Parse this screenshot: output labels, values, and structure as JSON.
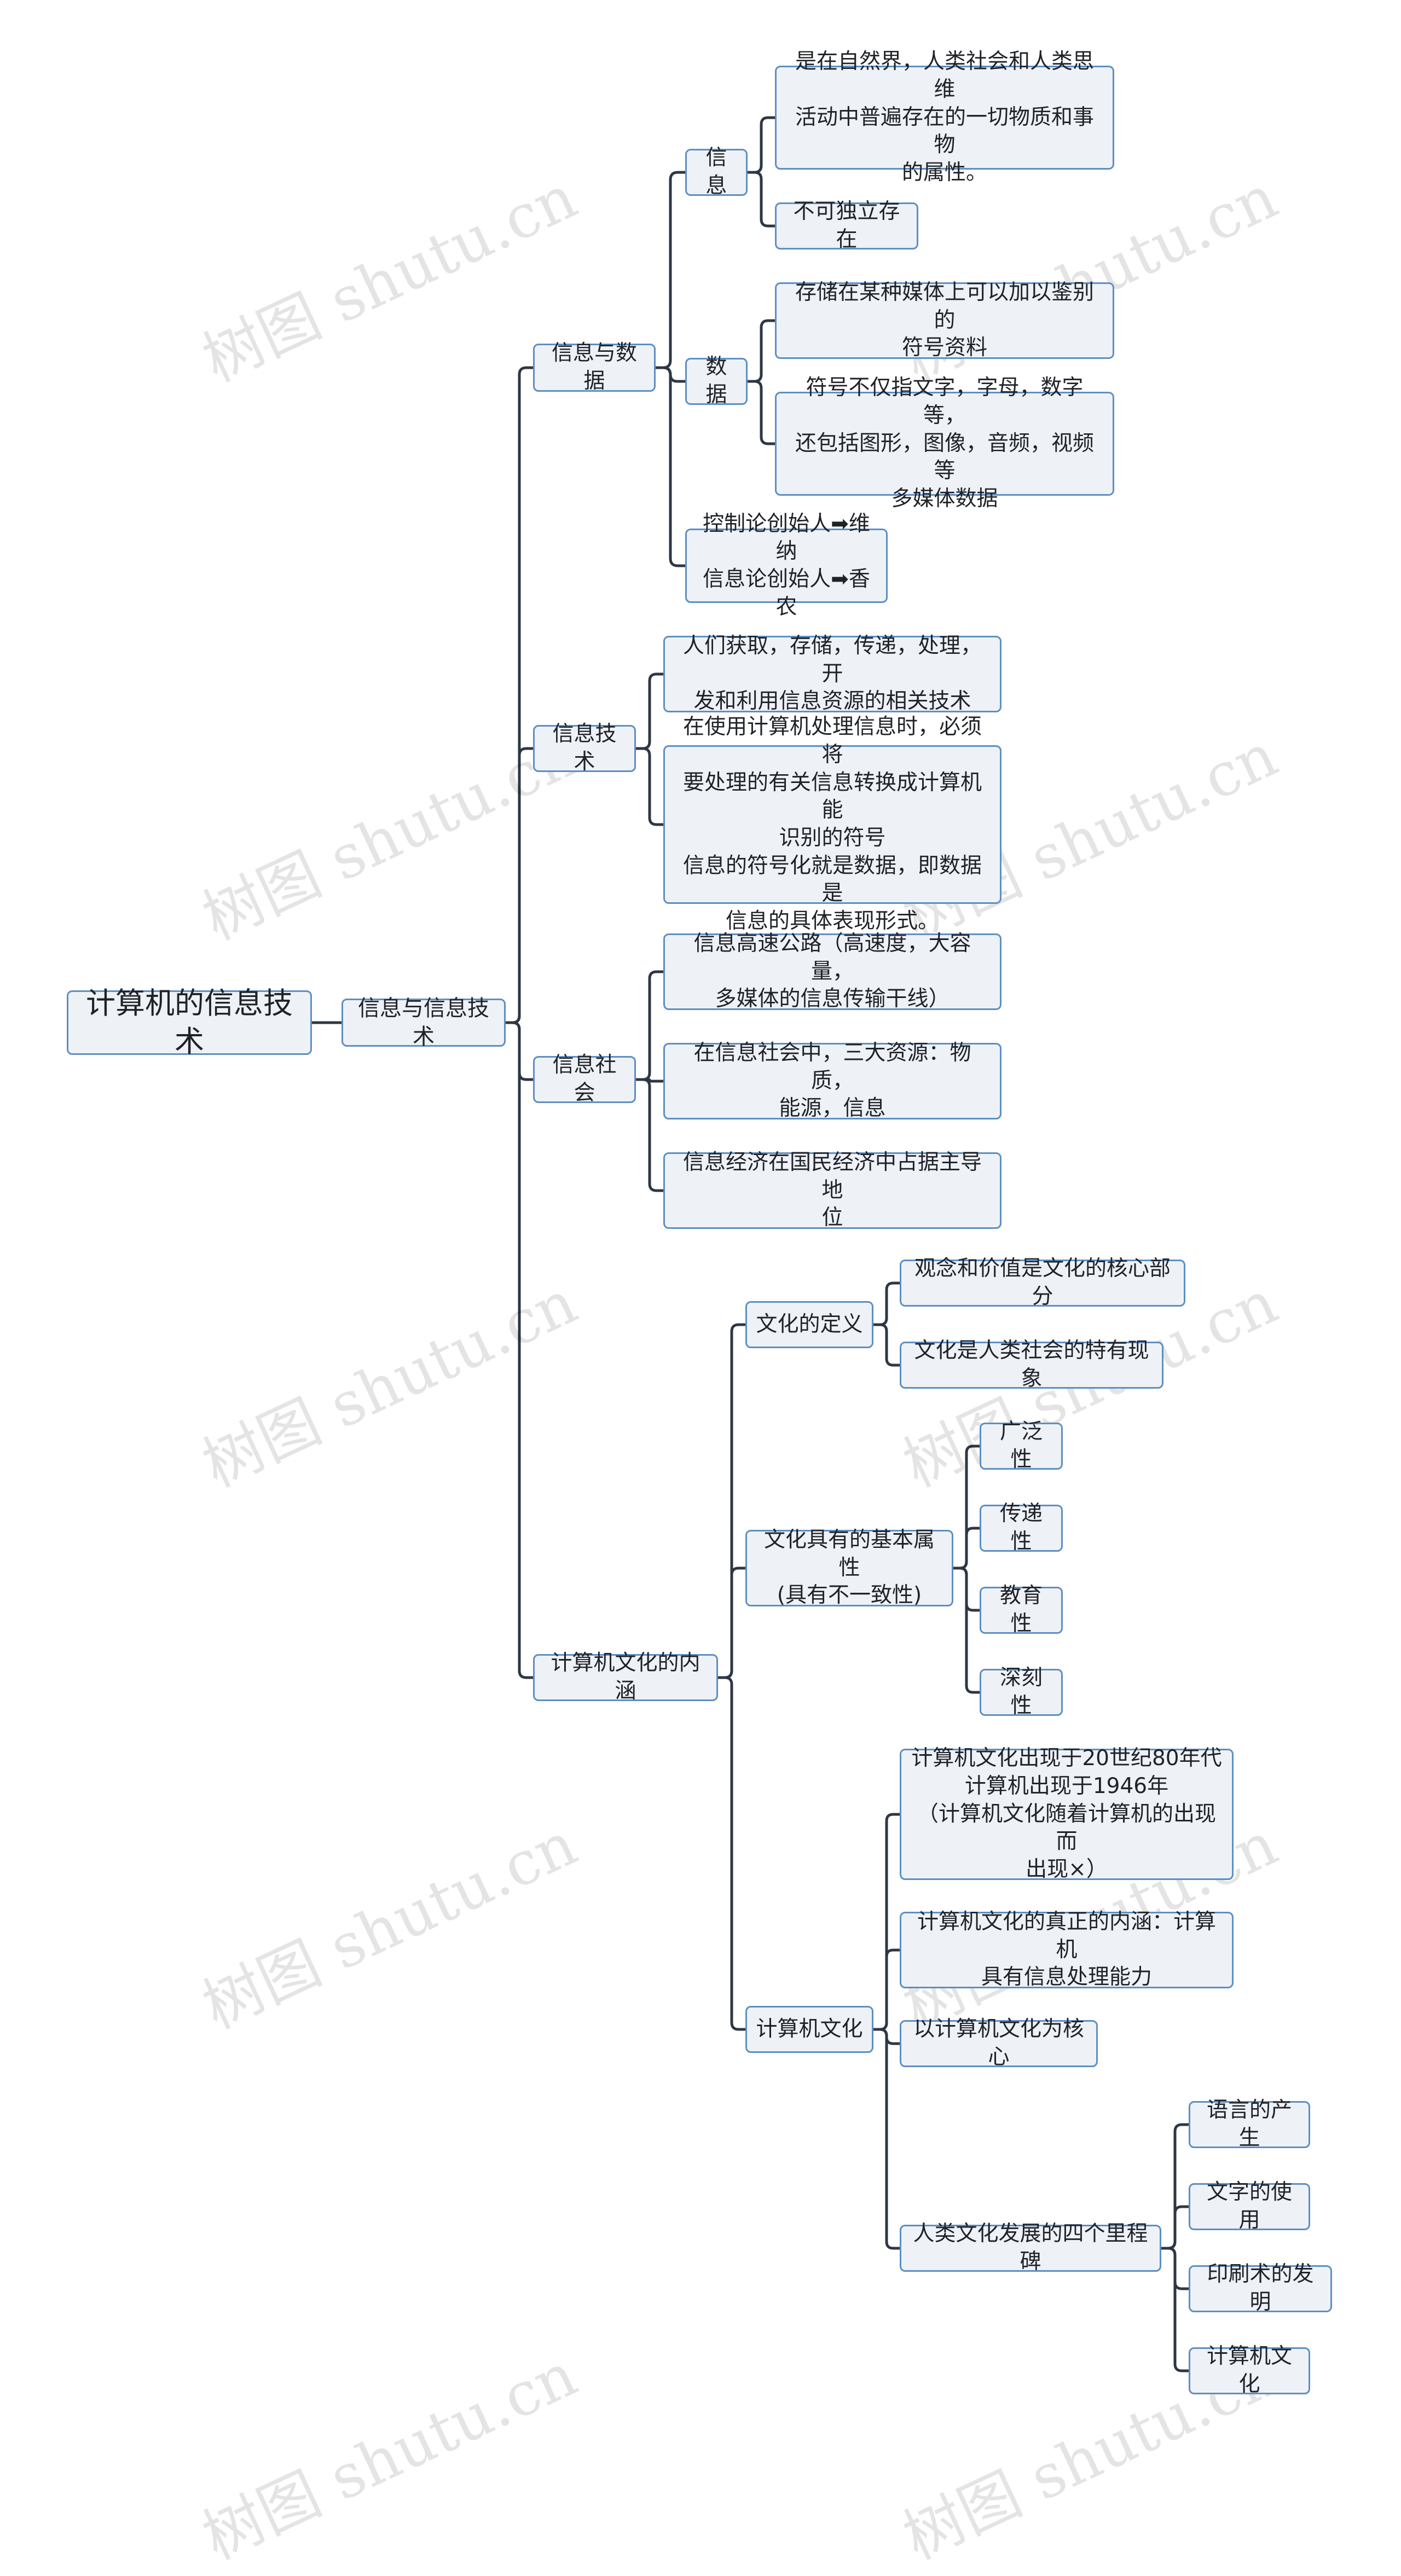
{
  "watermark": "树图 shutu.cn",
  "colors": {
    "line": "#2d3744",
    "node_border": "#5d8fc4",
    "node_fill": "#eef2f6"
  },
  "root": {
    "label": "计算机的信息技术",
    "children": [
      {
        "label": "信息与信息技术",
        "children": [
          {
            "label": "信息与数据",
            "children": [
              {
                "label": "信息",
                "children": [
                  {
                    "label": "是在自然界，人类社会和人类思维\n活动中普遍存在的一切物质和事物\n的属性。"
                  },
                  {
                    "label": "不可独立存在"
                  }
                ]
              },
              {
                "label": "数据",
                "children": [
                  {
                    "label": "存储在某种媒体上可以加以鉴别的\n符号资料"
                  },
                  {
                    "label": "符号不仅指文字，字母，数字等，\n还包括图形，图像，音频，视频等\n多媒体数据"
                  }
                ]
              },
              {
                "label": "控制论创始人➡维纳\n信息论创始人➡香农"
              }
            ]
          },
          {
            "label": "信息技术",
            "children": [
              {
                "label": "人们获取，存储，传递，处理，开\n发和利用信息资源的相关技术"
              },
              {
                "label": "在使用计算机处理信息时，必须将\n要处理的有关信息转换成计算机能\n识别的符号\n信息的符号化就是数据，即数据是\n信息的具体表现形式。"
              }
            ]
          },
          {
            "label": "信息社会",
            "children": [
              {
                "label": "信息高速公路（高速度，大容量，\n多媒体的信息传输干线）"
              },
              {
                "label": "在信息社会中，三大资源：物质，\n能源，信息"
              },
              {
                "label": "信息经济在国民经济中占据主导地\n位"
              }
            ]
          },
          {
            "label": "计算机文化的内涵",
            "children": [
              {
                "label": "文化的定义",
                "children": [
                  {
                    "label": "观念和价值是文化的核心部分"
                  },
                  {
                    "label": "文化是人类社会的特有现象"
                  }
                ]
              },
              {
                "label": "文化具有的基本属性\n(具有不一致性)",
                "children": [
                  {
                    "label": "广泛性"
                  },
                  {
                    "label": "传递性"
                  },
                  {
                    "label": "教育性"
                  },
                  {
                    "label": "深刻性"
                  }
                ]
              },
              {
                "label": "计算机文化",
                "children": [
                  {
                    "label": "计算机文化出现于20世纪80年代\n计算机出现于1946年\n（计算机文化随着计算机的出现而\n出现×）"
                  },
                  {
                    "label": "计算机文化的真正的内涵：计算机\n具有信息处理能力"
                  },
                  {
                    "label": "以计算机文化为核心"
                  },
                  {
                    "label": "人类文化发展的四个里程碑",
                    "children": [
                      {
                        "label": "语言的产生"
                      },
                      {
                        "label": "文字的使用"
                      },
                      {
                        "label": "印刷术的发明"
                      },
                      {
                        "label": "计算机文化"
                      }
                    ]
                  }
                ]
              }
            ]
          }
        ]
      }
    ]
  }
}
